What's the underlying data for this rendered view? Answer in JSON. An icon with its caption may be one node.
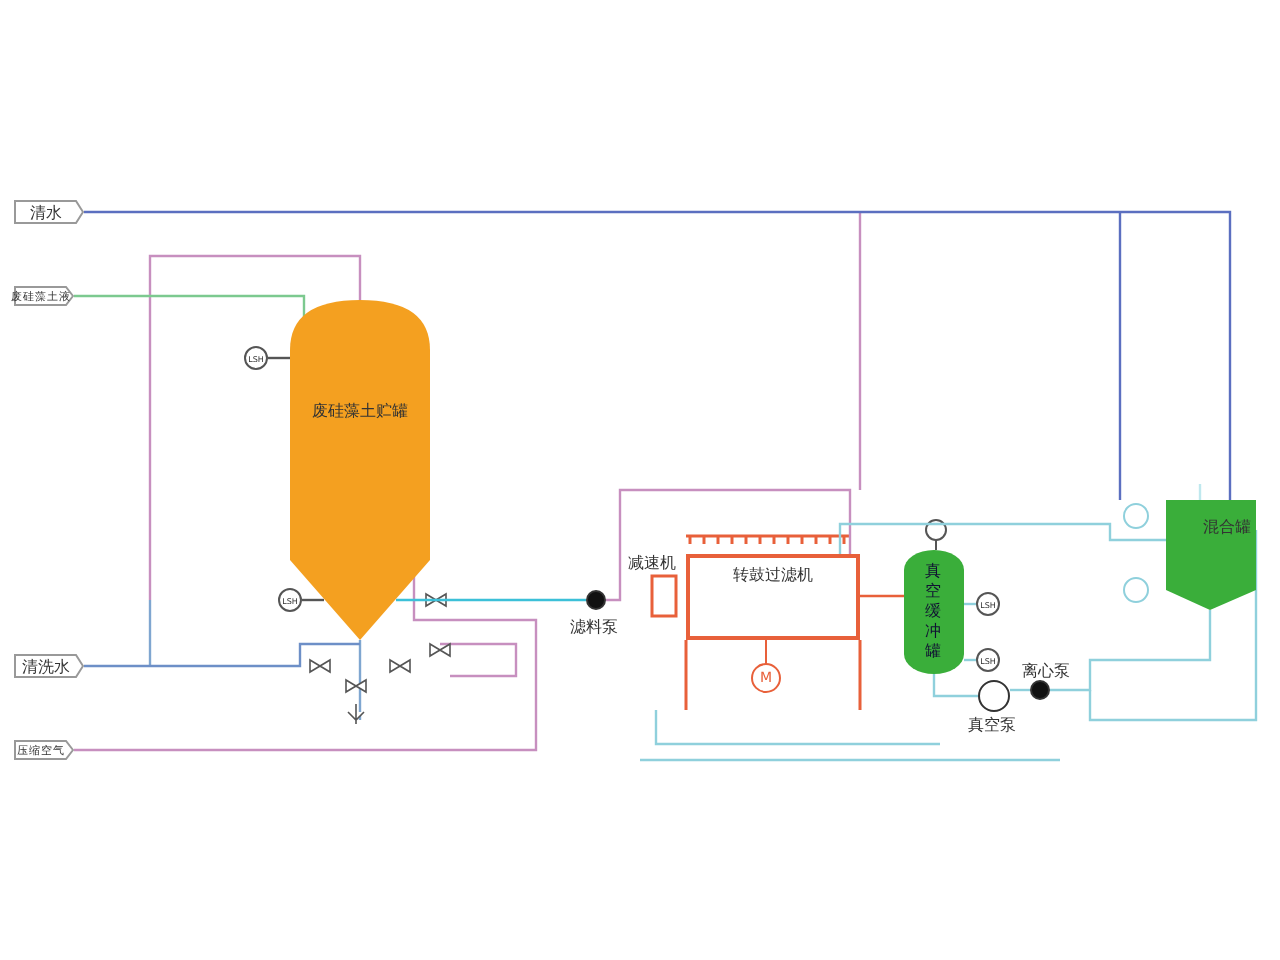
{
  "diagram": {
    "nodes": [
      {
        "text": [
          "清水"
        ]
      },
      {
        "text": [
          "废硅藻土液"
        ]
      },
      {
        "text": [
          "清洗水"
        ]
      },
      {
        "text": [
          "压缩空气"
        ]
      },
      {
        "text": [
          "废硅藻土贮罐"
        ]
      },
      {
        "text": [],
        "shape": "circle",
        "beside": [
          "滤料泵"
        ]
      },
      {
        "text": [
          "转鼓过滤机"
        ]
      },
      {
        "text": [
          "真空缓冲罐"
        ]
      },
      {
        "text": [],
        "shape": "circle",
        "beside": [
          "真空泵"
        ]
      },
      {
        "text": [],
        "shape": "circle",
        "beside": [
          "离心泵"
        ]
      },
      {
        "text": [
          "混合罐"
        ]
      },
      {
        "text": [
          "LSH"
        ]
      },
      {
        "text": [
          "LSH"
        ]
      },
      {
        "text": [
          "LSH"
        ]
      },
      {
        "text": [
          "LSH"
        ]
      }
    ],
    "edges": [
      {
        "from": 0,
        "to": 10,
        "arrow": "none",
        "color": "#5b6fc0"
      },
      {
        "from": 1,
        "to": 4,
        "arrow": "none",
        "color": "#7cc98f"
      },
      {
        "from": 2,
        "to": 4,
        "arrow": "none",
        "color": "#6d8fc7"
      },
      {
        "from": 3,
        "to": 4,
        "arrow": "none",
        "color": "#c78fbf"
      },
      {
        "from": 4,
        "to": 5,
        "arrow": "none",
        "color": "#3cc0d8"
      },
      {
        "from": 5,
        "to": 6,
        "arrow": "none",
        "color": "#c78fbf"
      },
      {
        "from": 6,
        "to": 7,
        "arrow": "none",
        "color": "#e8603a"
      },
      {
        "from": 7,
        "to": 8,
        "arrow": "none"
      },
      {
        "from": 8,
        "to": 9,
        "arrow": "none"
      },
      {
        "from": 10,
        "to": 6,
        "arrow": "none"
      },
      {
        "from": 9,
        "to": 10,
        "arrow": "none"
      },
      {
        "from": 11,
        "to": 4,
        "arrow": "none",
        "color": "#555555"
      },
      {
        "from": 12,
        "to": 4,
        "arrow": "none",
        "color": "#555555"
      },
      {
        "from": 13,
        "to": 7,
        "arrow": "none"
      },
      {
        "from": 14,
        "to": 7,
        "arrow": "none"
      }
    ],
    "labels": [
      "减速机",
      "M"
    ]
  }
}
